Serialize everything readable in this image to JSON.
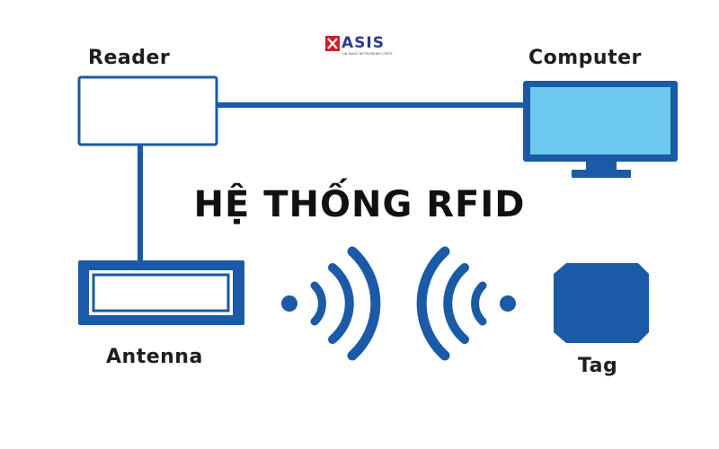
{
  "title": "HỆ THỐNG RFID",
  "logo": {
    "text": "ASIS",
    "subtext": "ON RADIO NETWORKING CENTE"
  },
  "nodes": {
    "reader": "Reader",
    "computer": "Computer",
    "antenna": "Antenna",
    "tag": "Tag"
  },
  "colors": {
    "accent": "#1a5aa6",
    "screen": "#6ec9f0",
    "logo_red": "#c8202b",
    "logo_blue": "#2b3a8f"
  }
}
